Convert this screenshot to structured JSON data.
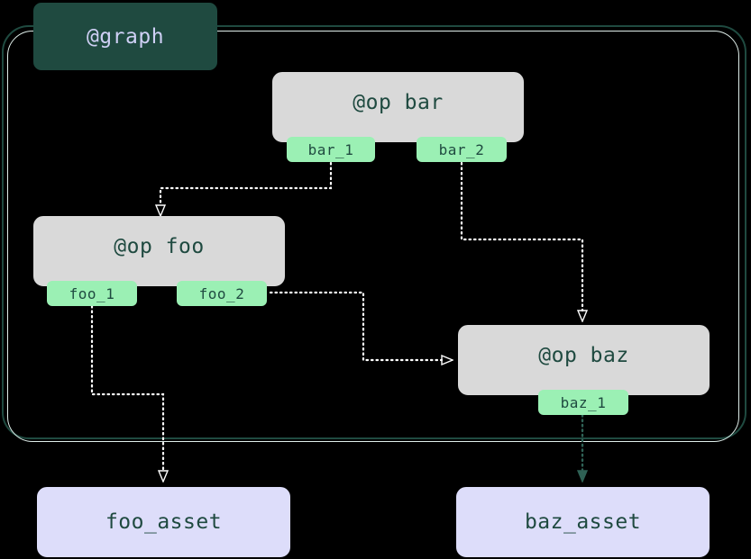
{
  "diagram": {
    "type": "dataflow-graph",
    "background_color": "#000000"
  },
  "cluster": {
    "label": "@graph",
    "label_bg": "#1f4a40",
    "label_fg": "#cfd0f5",
    "border_color": "#1f4a40",
    "inner_border_color": "#dfeeea"
  },
  "ops": [
    {
      "id": "bar",
      "title": "@op bar",
      "bg": "#d9d9d9",
      "fg": "#1f4a40",
      "ports": [
        {
          "label": "bar_1",
          "bg": "#9bf0b4"
        },
        {
          "label": "bar_2",
          "bg": "#9bf0b4"
        }
      ]
    },
    {
      "id": "foo",
      "title": "@op foo",
      "bg": "#d9d9d9",
      "fg": "#1f4a40",
      "ports": [
        {
          "label": "foo_1",
          "bg": "#9bf0b4"
        },
        {
          "label": "foo_2",
          "bg": "#9bf0b4"
        }
      ]
    },
    {
      "id": "baz",
      "title": "@op baz",
      "bg": "#d9d9d9",
      "fg": "#1f4a40",
      "ports": [
        {
          "label": "baz_1",
          "bg": "#9bf0b4"
        }
      ]
    }
  ],
  "assets": [
    {
      "id": "foo_asset",
      "label": "foo_asset",
      "bg": "#ddddfa",
      "fg": "#1f4a40"
    },
    {
      "id": "baz_asset",
      "label": "baz_asset",
      "bg": "#ddddfa",
      "fg": "#1f4a40"
    }
  ],
  "edges": [
    {
      "from": "bar_1",
      "to": "foo",
      "style": "dotted",
      "color": "#ffffff"
    },
    {
      "from": "bar_2",
      "to": "baz",
      "style": "dotted",
      "color": "#ffffff"
    },
    {
      "from": "foo_2",
      "to": "baz",
      "style": "dotted",
      "color": "#ffffff"
    },
    {
      "from": "foo_1",
      "to": "foo_asset",
      "style": "dotted",
      "color": "#ffffff"
    },
    {
      "from": "baz_1",
      "to": "baz_asset",
      "style": "dotted",
      "color": "#2f6155"
    }
  ]
}
